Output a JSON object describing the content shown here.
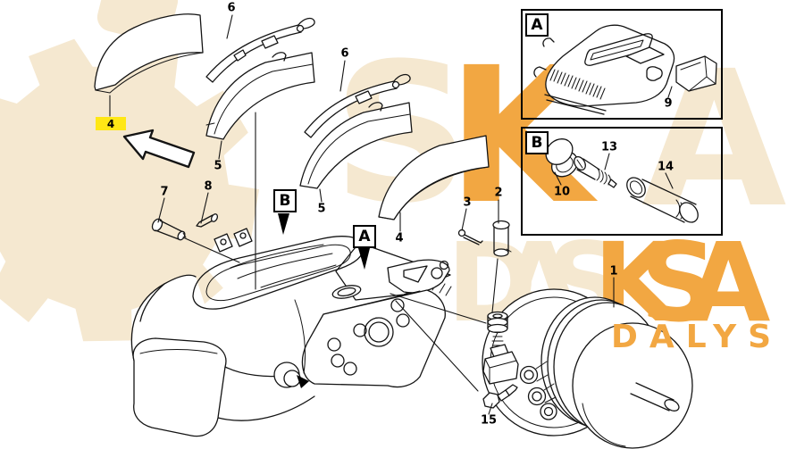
{
  "page": {
    "description": "Exploded parts diagram of a brake caliper and brake chamber assembly with two inset detail views"
  },
  "watermark": {
    "tan": "#f5e8d0",
    "orange": "#f2a742",
    "row1": [
      "S",
      "K",
      "A"
    ],
    "row2": [
      "D",
      "A",
      "S",
      "K",
      "S",
      "A"
    ],
    "bottom_text": "DALYS"
  },
  "highlight": {
    "label": "4",
    "color": "#ffe715"
  },
  "callouts": {
    "part1": "1",
    "part2": "2",
    "part3": "3",
    "part4_left": "4",
    "part4_right": "4",
    "part5_left": "5",
    "part5_right": "5",
    "part6_left": "6",
    "part6_right": "6",
    "part7": "7",
    "part8": "8",
    "part9": "9",
    "part10": "10",
    "part13": "13",
    "part14": "14",
    "part15": "15"
  },
  "sections": {
    "view_a": "A",
    "view_b": "B",
    "inset_a": "A",
    "inset_b": "B"
  }
}
